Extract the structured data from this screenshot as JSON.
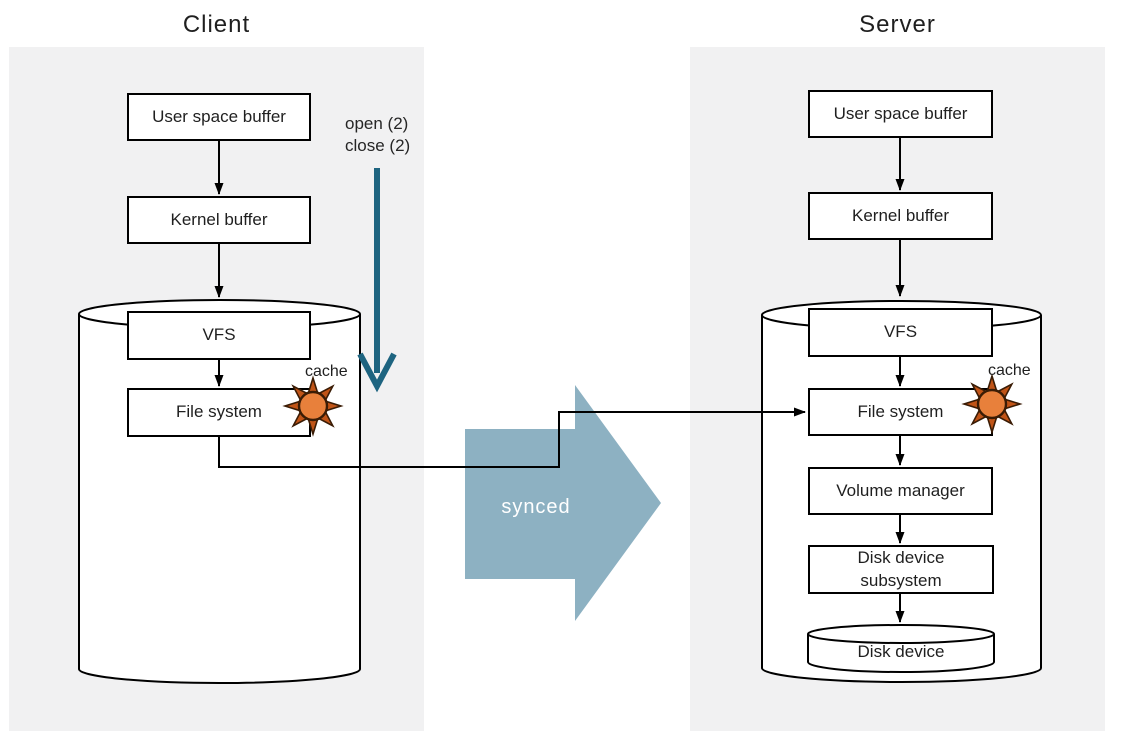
{
  "client": {
    "title": "Client",
    "user_space_buffer": "User space buffer",
    "kernel_buffer": "Kernel buffer",
    "vfs": "VFS",
    "file_system": "File system",
    "cache_label": "cache",
    "syscall_line1": "open (2)",
    "syscall_line2": "close (2)"
  },
  "server": {
    "title": "Server",
    "user_space_buffer": "User space buffer",
    "kernel_buffer": "Kernel buffer",
    "vfs": "VFS",
    "file_system": "File system",
    "volume_manager": "Volume manager",
    "disk_device_subsystem": "Disk device subsystem",
    "disk_device": "Disk device",
    "cache_label": "cache"
  },
  "sync": {
    "label": "synced"
  },
  "colors": {
    "panel_bg": "#f1f1f2",
    "box_border": "#000000",
    "line_black": "#000000",
    "sync_arrow_fill": "#8db1c2",
    "sync_label_text": "#ffffff",
    "syscall_arrow": "#1e6480",
    "cache_sun_ray": "#c05417",
    "cache_sun_core": "#e8803b",
    "cache_sun_outline": "#3a1c05"
  }
}
